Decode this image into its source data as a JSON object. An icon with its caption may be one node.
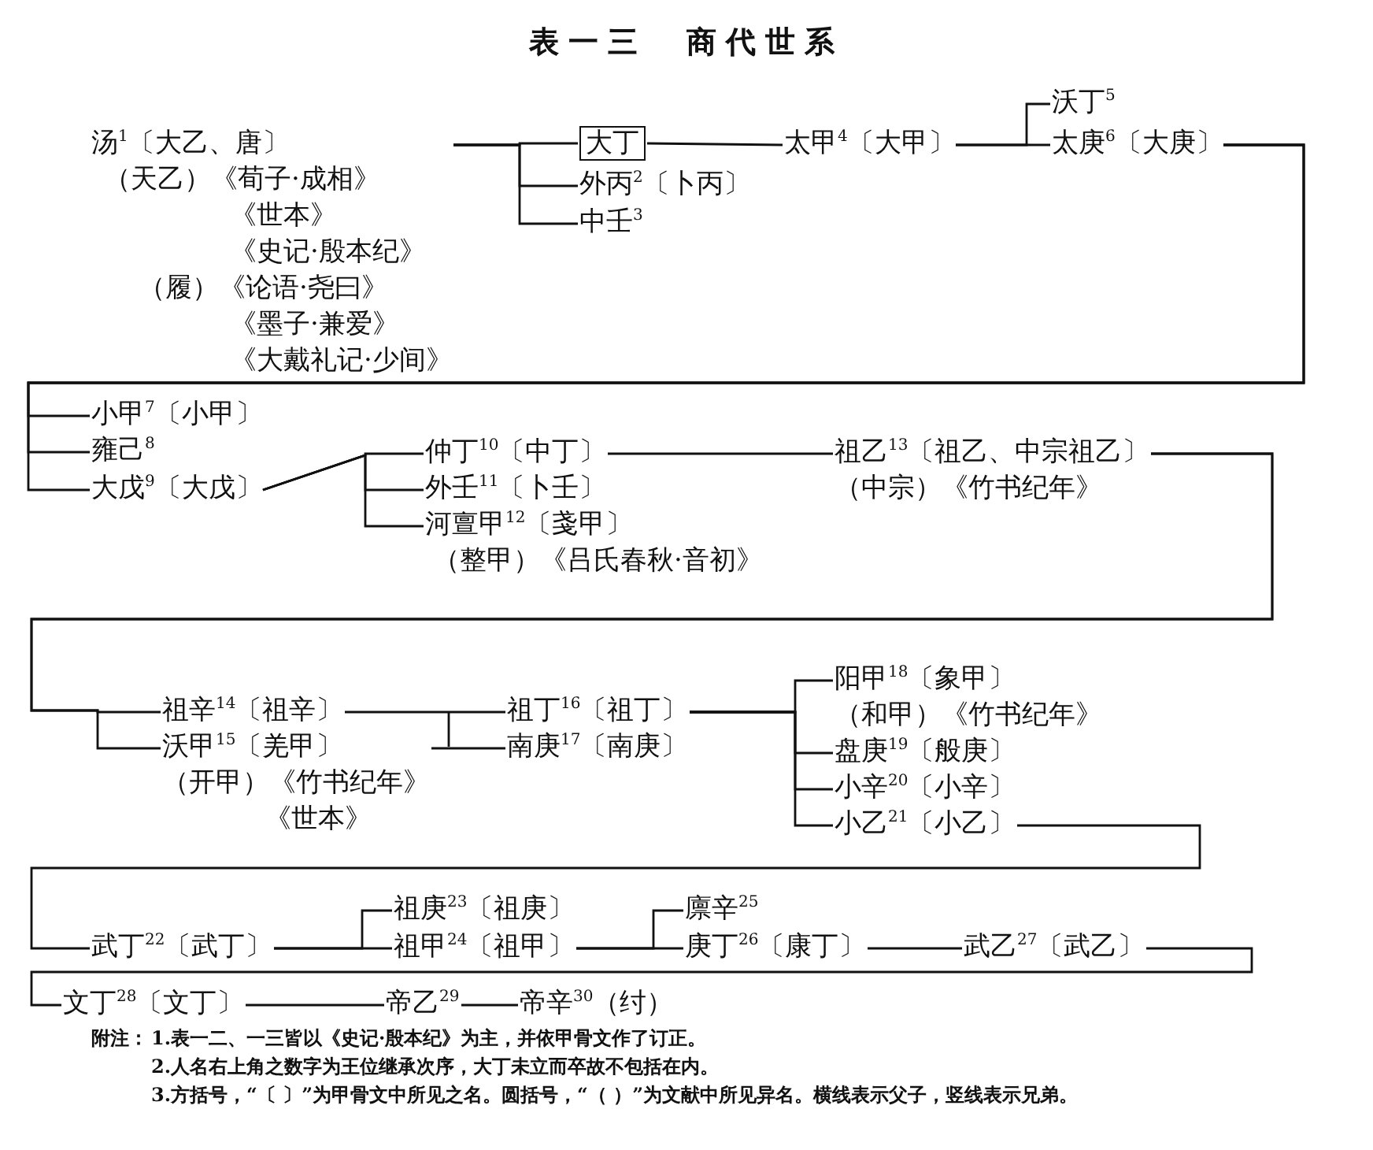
{
  "diagram": {
    "title": "表一三　商代世系",
    "nodes": [
      {
        "text": [
          "汤$^{1}$〔大乙、唐〕",
          "（天乙）《荀子·成相》",
          "《世本》",
          "《史记·殷本纪》",
          "（履）《论语·尧曰》",
          "《墨子·兼爱》",
          "《大戴礼记·少间》"
        ]
      },
      {
        "text": [
          "大丁"
        ]
      },
      {
        "text": [
          "外丙$^{2}$〔卜丙〕"
        ]
      },
      {
        "text": [
          "中壬$^{3}$"
        ]
      },
      {
        "text": [
          "太甲$^{4}$〔大甲〕"
        ]
      },
      {
        "text": [
          "沃丁$^{5}$"
        ]
      },
      {
        "text": [
          "太庚$^{6}$〔大庚〕"
        ]
      },
      {
        "text": [
          "小甲$^{7}$〔小甲〕"
        ]
      },
      {
        "text": [
          "雍己$^{8}$"
        ]
      },
      {
        "text": [
          "大戊$^{9}$〔大戊〕"
        ]
      },
      {
        "text": [
          "仲丁$^{10}$〔中丁〕"
        ]
      },
      {
        "text": [
          "外壬$^{11}$〔卜壬〕"
        ]
      },
      {
        "text": [
          "河亶甲$^{12}$〔戔甲〕",
          "（整甲）《吕氏春秋·音初》"
        ]
      },
      {
        "text": [
          "祖乙$^{13}$〔祖乙、中宗祖乙〕",
          "（中宗）《竹书纪年》"
        ]
      },
      {
        "text": [
          "祖辛$^{14}$〔祖辛〕"
        ]
      },
      {
        "text": [
          "沃甲$^{15}$〔羌甲〕",
          "（开甲）《竹书纪年》",
          "《世本》"
        ]
      },
      {
        "text": [
          "祖丁$^{16}$〔祖丁〕"
        ]
      },
      {
        "text": [
          "南庚$^{17}$〔南庚〕"
        ]
      },
      {
        "text": [
          "阳甲$^{18}$〔象甲〕",
          "（和甲）《竹书纪年》"
        ]
      },
      {
        "text": [
          "盘庚$^{19}$〔般庚〕"
        ]
      },
      {
        "text": [
          "小辛$^{20}$〔小辛〕"
        ]
      },
      {
        "text": [
          "小乙$^{21}$〔小乙〕"
        ]
      },
      {
        "text": [
          "武丁$^{22}$〔武丁〕"
        ]
      },
      {
        "text": [
          "祖庚$^{23}$〔祖庚〕"
        ]
      },
      {
        "text": [
          "祖甲$^{24}$〔祖甲〕"
        ]
      },
      {
        "text": [
          "廪辛$^{25}$"
        ]
      },
      {
        "text": [
          "庚丁$^{26}$〔康丁〕"
        ]
      },
      {
        "text": [
          "武乙$^{27}$〔武乙〕"
        ]
      },
      {
        "text": [
          "文丁$^{28}$〔文丁〕"
        ]
      },
      {
        "text": [
          "帝乙$^{29}$"
        ]
      },
      {
        "text": [
          "帝辛$^{30}$（纣）"
        ]
      }
    ],
    "edges": [
      {
        "from": 0,
        "to": 1,
        "arrow": "none"
      },
      {
        "from": 0,
        "to": 2,
        "arrow": "none"
      },
      {
        "from": 0,
        "to": 3,
        "arrow": "none"
      },
      {
        "from": 1,
        "to": 4,
        "arrow": "none"
      },
      {
        "from": 4,
        "to": 5,
        "arrow": "none"
      },
      {
        "from": 4,
        "to": 6,
        "arrow": "none"
      },
      {
        "from": 6,
        "to": 7,
        "arrow": "none"
      },
      {
        "from": 6,
        "to": 8,
        "arrow": "none"
      },
      {
        "from": 6,
        "to": 9,
        "arrow": "none"
      },
      {
        "from": 9,
        "to": 10,
        "arrow": "none"
      },
      {
        "from": 9,
        "to": 11,
        "arrow": "none"
      },
      {
        "from": 9,
        "to": 12,
        "arrow": "none"
      },
      {
        "from": 10,
        "to": 13,
        "arrow": "none"
      },
      {
        "from": 13,
        "to": 14,
        "arrow": "none"
      },
      {
        "from": 13,
        "to": 15,
        "arrow": "none"
      },
      {
        "from": 14,
        "to": 16,
        "arrow": "none"
      },
      {
        "from": 15,
        "to": 17,
        "arrow": "none"
      },
      {
        "from": 16,
        "to": 18,
        "arrow": "none"
      },
      {
        "from": 16,
        "to": 19,
        "arrow": "none"
      },
      {
        "from": 16,
        "to": 20,
        "arrow": "none"
      },
      {
        "from": 16,
        "to": 21,
        "arrow": "none"
      },
      {
        "from": 21,
        "to": 22,
        "arrow": "none"
      },
      {
        "from": 22,
        "to": 23,
        "arrow": "none"
      },
      {
        "from": 22,
        "to": 24,
        "arrow": "none"
      },
      {
        "from": 24,
        "to": 25,
        "arrow": "none"
      },
      {
        "from": 24,
        "to": 26,
        "arrow": "none"
      },
      {
        "from": 26,
        "to": 27,
        "arrow": "none"
      },
      {
        "from": 27,
        "to": 28,
        "arrow": "none"
      },
      {
        "from": 28,
        "to": 29,
        "arrow": "none"
      },
      {
        "from": 29,
        "to": 30,
        "arrow": "none"
      }
    ],
    "labels": [
      "附注：",
      "1.表一二、一三皆以《史记·殷本纪》为主，并依甲骨文作了订正。",
      "2.人名右上角之数字为王位继承次序，大丁未立而卒故不包括在内。",
      "3.方括号，“〔 〕”为甲骨文中所见之名。圆括号，“（ ）”为文献中所见异名。横线表示父子，竖线表示兄弟。"
    ]
  }
}
